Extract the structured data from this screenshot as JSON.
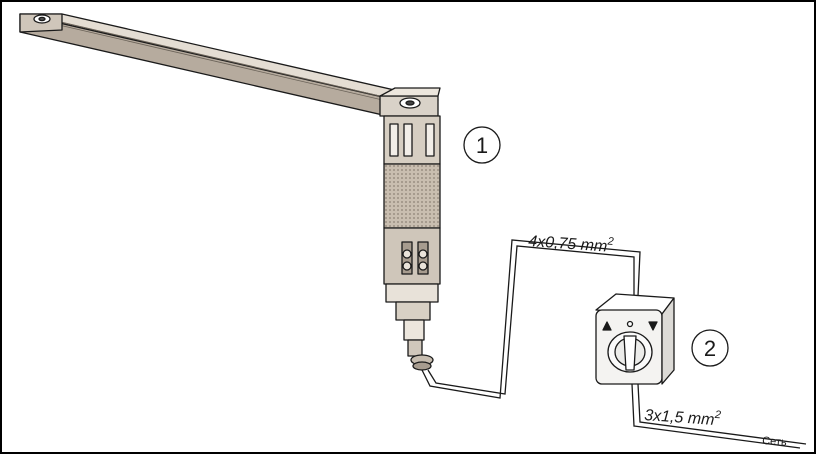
{
  "labels": {
    "motor_number": "1",
    "switch_number": "2",
    "cable1": {
      "main": "4x0,75 mm",
      "sup": "2"
    },
    "cable2": {
      "main": "3x1,5 mm",
      "sup": "2"
    },
    "mains": "Сеть"
  },
  "colors": {
    "line": "#1a1a1a",
    "metal_light": "#d9d2c8",
    "metal_mid": "#b8ada0",
    "metal_dark": "#7d7468",
    "switch_body": "#f0efed",
    "border": "#000000"
  }
}
